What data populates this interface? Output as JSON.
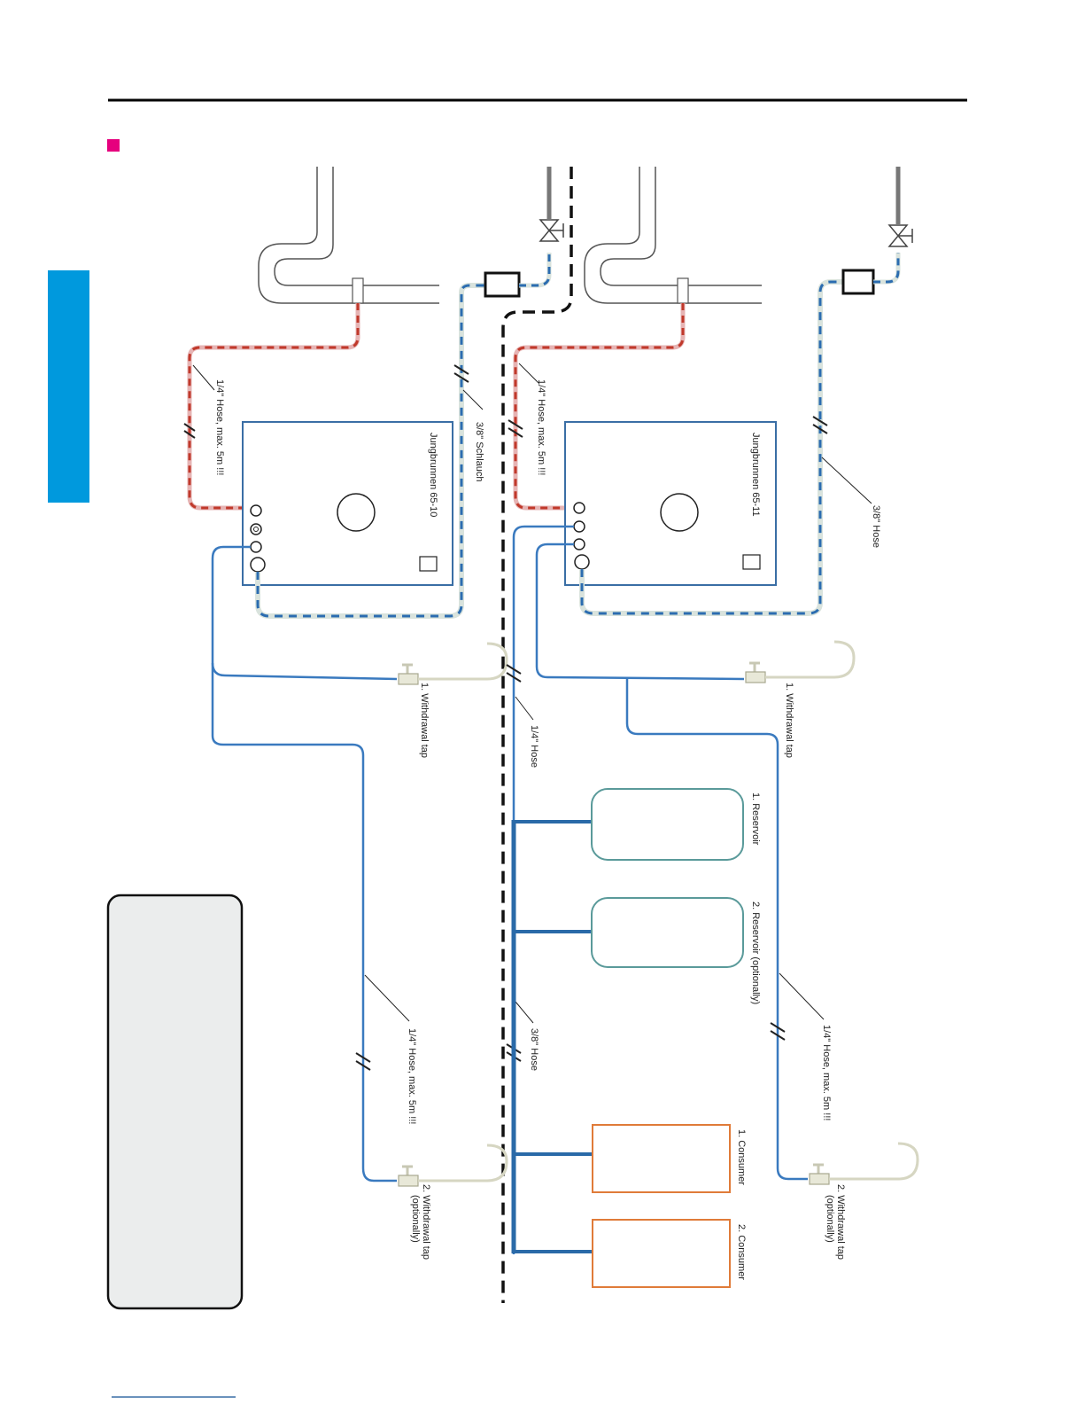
{
  "colors": {
    "accent_square": "#e6007e",
    "side_tab": "#0099dd",
    "hot_hose": "#c0392b",
    "cold_hose": "#2b6cb0",
    "hose_fill": "#d9e3dd",
    "unit_outline": "#3a6ea5",
    "reservoir_outline": "#5a9a9a",
    "consumer_outline": "#e07b39",
    "info_box_fill": "#ebeded"
  },
  "left_system": {
    "unit_label": "Jungbrunnen 65-10",
    "hot_hose_label": "1/4\" Hose, max. 5m !!!",
    "supply_hose_label": "3/8\" Schlauch",
    "tap1_label": "1. Withdrawal tap",
    "tap2_label_line1": "2. Withdrawal tap",
    "tap2_label_line2": "(optionally)",
    "tap2_hose_label": "1/4\" Hose, max. 5m !!!"
  },
  "right_system": {
    "unit_label": "Jungbrunnen 65-11",
    "hot_hose_label": "1/4\" Hose, max. 5m !!!",
    "supply_hose_label": "3/8\" Hose",
    "tap1_label": "1. Withdrawal tap",
    "tap2_label_line1": "2. Withdrawal tap",
    "tap2_label_line2": "(optionally)",
    "tap2_hose_label": "1/4\" Hose, max. 5m !!!",
    "outlet_hose_label": "1/4\" Hose",
    "manifold_hose_label": "3/8\" Hose",
    "reservoir1_label": "1. Reservoir",
    "reservoir2_label": "2. Reservoir (optionally)",
    "consumer1_label": "1. Consumer",
    "consumer2_label": "2. Consumer"
  },
  "icons": [
    "shutoff-valve-icon",
    "filter-icon",
    "withdrawal-tap-icon"
  ]
}
